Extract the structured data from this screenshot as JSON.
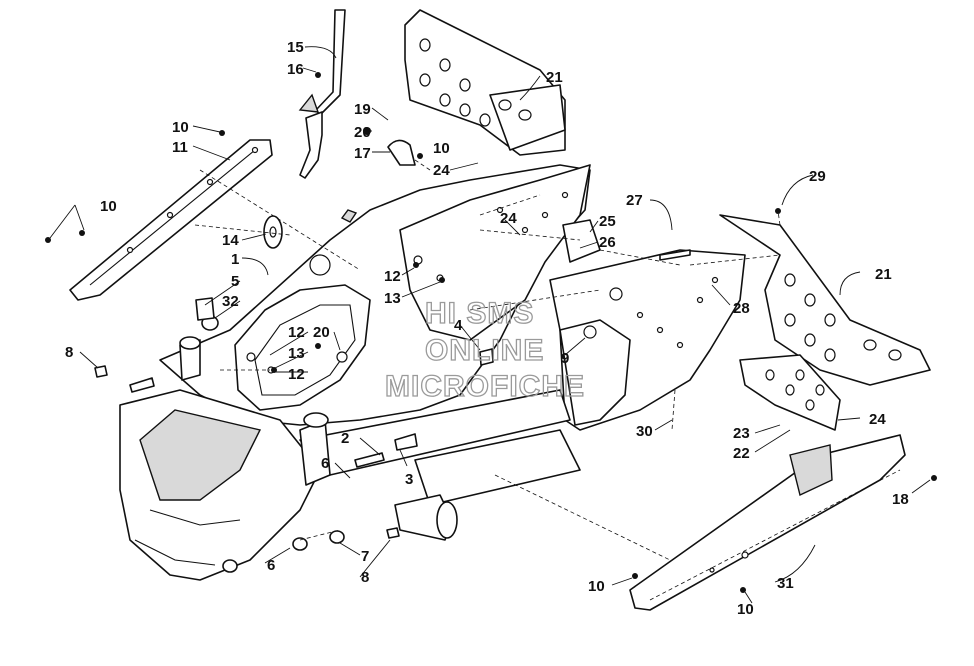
{
  "watermark": {
    "line1": "HI SMS",
    "line2": "ONLINE",
    "line3": "MICROFICHE"
  },
  "callouts": {
    "c1": "1",
    "c2": "2",
    "c3": "3",
    "c4": "4",
    "c5": "5",
    "c6a": "6",
    "c6b": "6",
    "c7": "7",
    "c8a": "8",
    "c8b": "8",
    "c9": "9",
    "c10a": "10",
    "c10b": "10",
    "c10c": "10",
    "c10d": "10",
    "c10e": "10",
    "c11": "11",
    "c12a": "12",
    "c12b": "12",
    "c12c": "12",
    "c13a": "13",
    "c13b": "13",
    "c14": "14",
    "c15": "15",
    "c16": "16",
    "c17": "17",
    "c18": "18",
    "c19": "19",
    "c20a": "20",
    "c20b": "20",
    "c21a": "21",
    "c21b": "21",
    "c22": "22",
    "c23": "23",
    "c24a": "24",
    "c24b": "24",
    "c24c": "24",
    "c25": "25",
    "c26": "26",
    "c27": "27",
    "c28": "28",
    "c29": "29",
    "c30": "30",
    "c31": "31",
    "c32": "32"
  }
}
